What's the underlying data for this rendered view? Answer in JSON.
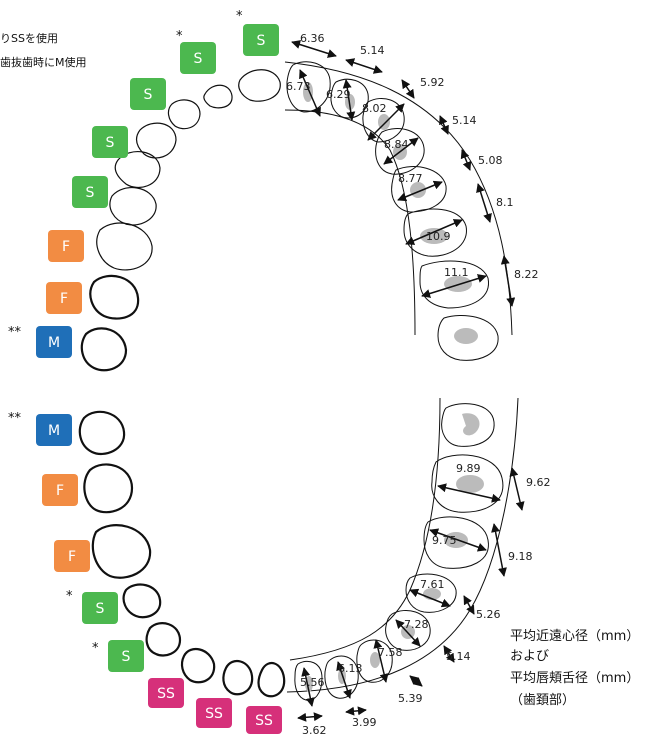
{
  "header_note": {
    "line1": "りSSを使用",
    "line2": "歯抜歯時にM使用"
  },
  "colors": {
    "S": "#4cb84f",
    "F": "#f28c43",
    "M": "#1f6fb8",
    "SS": "#d6307a",
    "arrow": "#111111",
    "outline": "#111111",
    "contact": "#bbbbbb"
  },
  "upper": {
    "badges": [
      {
        "label": "S",
        "type": "S",
        "mark": "*"
      },
      {
        "label": "S",
        "type": "S",
        "mark": "*"
      },
      {
        "label": "S",
        "type": "S",
        "mark": ""
      },
      {
        "label": "S",
        "type": "S",
        "mark": ""
      },
      {
        "label": "S",
        "type": "S",
        "mark": ""
      },
      {
        "label": "F",
        "type": "F",
        "mark": ""
      },
      {
        "label": "F",
        "type": "F",
        "mark": ""
      },
      {
        "label": "M",
        "type": "M",
        "mark": "**"
      }
    ],
    "buccolingual": [
      "6.73",
      "6.29",
      "8.02",
      "8.84",
      "8.77",
      "10.9",
      "11.1"
    ],
    "mesiodistal": [
      "6.36",
      "5.14",
      "5.92",
      "5.14",
      "5.08",
      "8.1",
      "8.22"
    ]
  },
  "lower": {
    "badges": [
      {
        "label": "M",
        "type": "M",
        "mark": "**"
      },
      {
        "label": "F",
        "type": "F",
        "mark": ""
      },
      {
        "label": "F",
        "type": "F",
        "mark": ""
      },
      {
        "label": "S",
        "type": "S",
        "mark": "*"
      },
      {
        "label": "S",
        "type": "S",
        "mark": "*"
      },
      {
        "label": "SS",
        "type": "SS",
        "mark": ""
      },
      {
        "label": "SS",
        "type": "SS",
        "mark": ""
      },
      {
        "label": "SS",
        "type": "SS",
        "mark": ""
      }
    ],
    "buccolingual": [
      "9.89",
      "9.75",
      "7.61",
      "7.28",
      "7.58",
      "6.13",
      "5.56"
    ],
    "mesiodistal": [
      "9.62",
      "9.18",
      "5.26",
      "5.14",
      "5.39",
      "3.99",
      "3.62"
    ]
  },
  "legend": {
    "line1": "平均近遠心径（mm）",
    "line2": "および",
    "line3": "平均唇頬舌径（mm）",
    "line4": "（歯頚部）"
  }
}
